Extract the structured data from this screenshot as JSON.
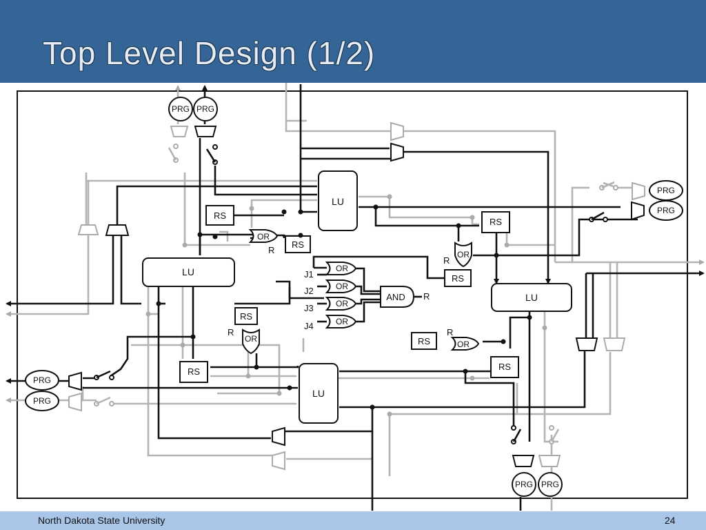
{
  "slide": {
    "title": "Top Level Design (1/2)",
    "footer_left": "North Dakota State University",
    "page_number": "24"
  },
  "diagram": {
    "lu_label": "LU",
    "rs_label": "RS",
    "or_label": "OR",
    "and_label": "AND",
    "prg_label": "PRG",
    "r_label": "R",
    "j_labels": [
      "J1",
      "J2",
      "J3",
      "J4"
    ]
  },
  "colors": {
    "header": "#356496",
    "footer": "#a9c5e7",
    "active_wire": "#111111",
    "inactive_wire": "#b3b3b3"
  }
}
